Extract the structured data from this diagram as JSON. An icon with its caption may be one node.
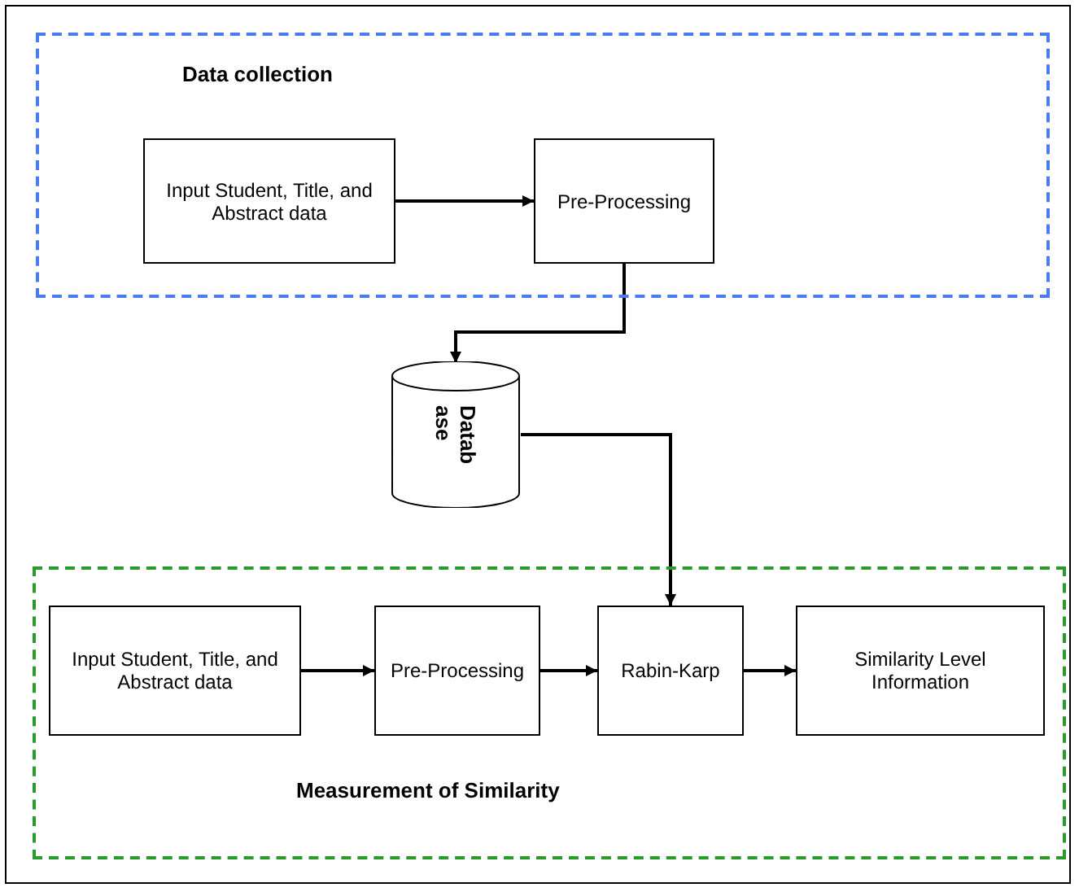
{
  "diagram": {
    "nodes": [
      {
        "text": [
          "Data collection"
        ]
      },
      {
        "text": [
          "Input Student, Title, and Abstract data"
        ],
        "in": 0
      },
      {
        "text": [
          "Pre-Processing"
        ],
        "in": 0
      },
      {
        "text": [
          "Datab ase"
        ]
      },
      {
        "text": [
          "Measurement of Similarity"
        ]
      },
      {
        "text": [
          "Input Student, Title, and Abstract data"
        ],
        "in": 4
      },
      {
        "text": [
          "Pre-Processing"
        ],
        "in": 4
      },
      {
        "text": [
          "Rabin-Karp"
        ],
        "in": 4
      },
      {
        "text": [
          "Similarity Level Information"
        ],
        "in": 4
      }
    ],
    "edges": [
      {
        "from": 1,
        "to": 2,
        "arrow": "to"
      },
      {
        "from": 2,
        "to": 3,
        "arrow": "to"
      },
      {
        "from": 3,
        "to": 7,
        "arrow": "to"
      },
      {
        "from": 5,
        "to": 6,
        "arrow": "to"
      },
      {
        "from": 6,
        "to": 7,
        "arrow": "to"
      },
      {
        "from": 7,
        "to": 8,
        "arrow": "to"
      }
    ]
  }
}
